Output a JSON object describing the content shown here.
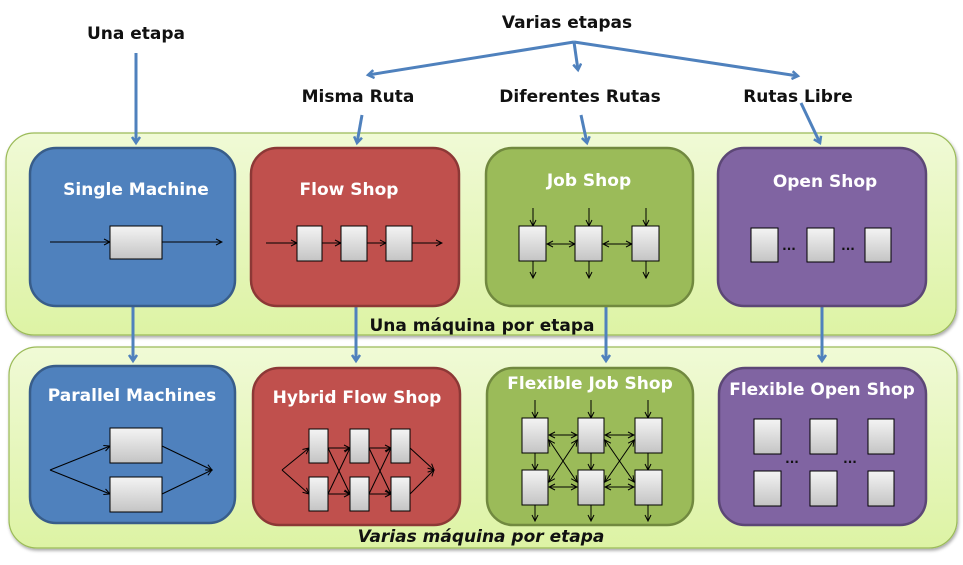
{
  "top_labels": {
    "una_etapa": "Una etapa",
    "varias_etapas": "Varias etapas",
    "misma_ruta": "Misma Ruta",
    "diferentes_rutas": "Diferentes Rutas",
    "rutas_libre": "Rutas Libre"
  },
  "bands": {
    "single_stage": {
      "label": "Una máquina por etapa"
    },
    "multi_stage": {
      "label": "Varias máquina por etapa"
    }
  },
  "boxes": {
    "single_machine": "Single Machine",
    "flow_shop": "Flow Shop",
    "job_shop": "Job Shop",
    "open_shop": "Open Shop",
    "parallel_machines": "Parallel Machines",
    "hybrid_flow_shop": "Hybrid Flow Shop",
    "flexible_job_shop": "Flexible Job Shop",
    "flexible_open_shop": "Flexible Open Shop"
  },
  "ellipsis": "...",
  "colors": {
    "blue": "#4F81BD",
    "red": "#C0504D",
    "green": "#9BBB59",
    "purple": "#8064A2",
    "band": "#E6F5B8",
    "arrow": "#4F81BD"
  }
}
